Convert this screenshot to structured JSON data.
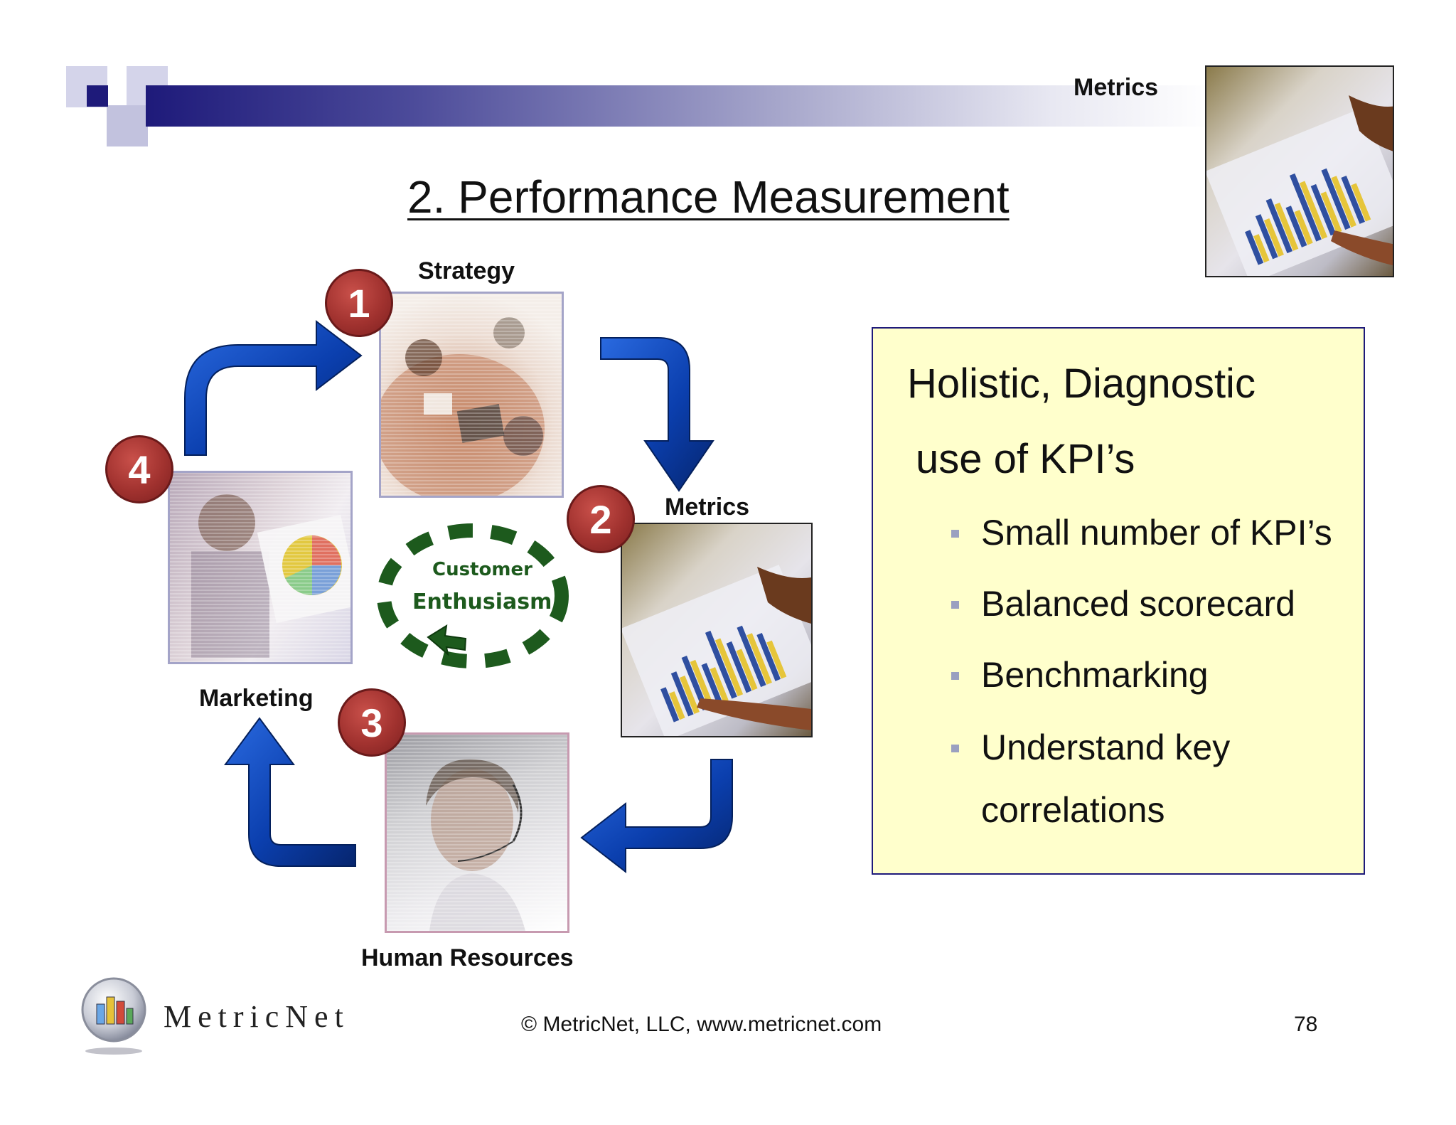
{
  "header": {
    "section_label": "Metrics",
    "title": "2.  Performance Measurement"
  },
  "cycle": {
    "steps": [
      {
        "number": "1",
        "label": "Strategy"
      },
      {
        "number": "2",
        "label": "Metrics"
      },
      {
        "number": "3",
        "label": "Human Resources"
      },
      {
        "number": "4",
        "label": "Marketing"
      }
    ],
    "center_line1": "Customer",
    "center_line2": "Enthusiasm"
  },
  "box": {
    "heading_line1": "Holistic, Diagnostic",
    "heading_line2": "use of KPI’s",
    "bullets": [
      "Small number of KPI’s",
      "Balanced scorecard",
      "Benchmarking",
      "Understand key",
      "correlations"
    ]
  },
  "footer": {
    "logo": "MetricNet",
    "copyright": "© MetricNet, LLC, www.metricnet.com",
    "page_number": "78"
  },
  "colors": {
    "navy": "#1e1a7a",
    "arrow_blue": "#0b3fae",
    "badge_red": "#a1322f",
    "box_yellow": "#ffffcc",
    "center_green": "#1d5a1d"
  }
}
